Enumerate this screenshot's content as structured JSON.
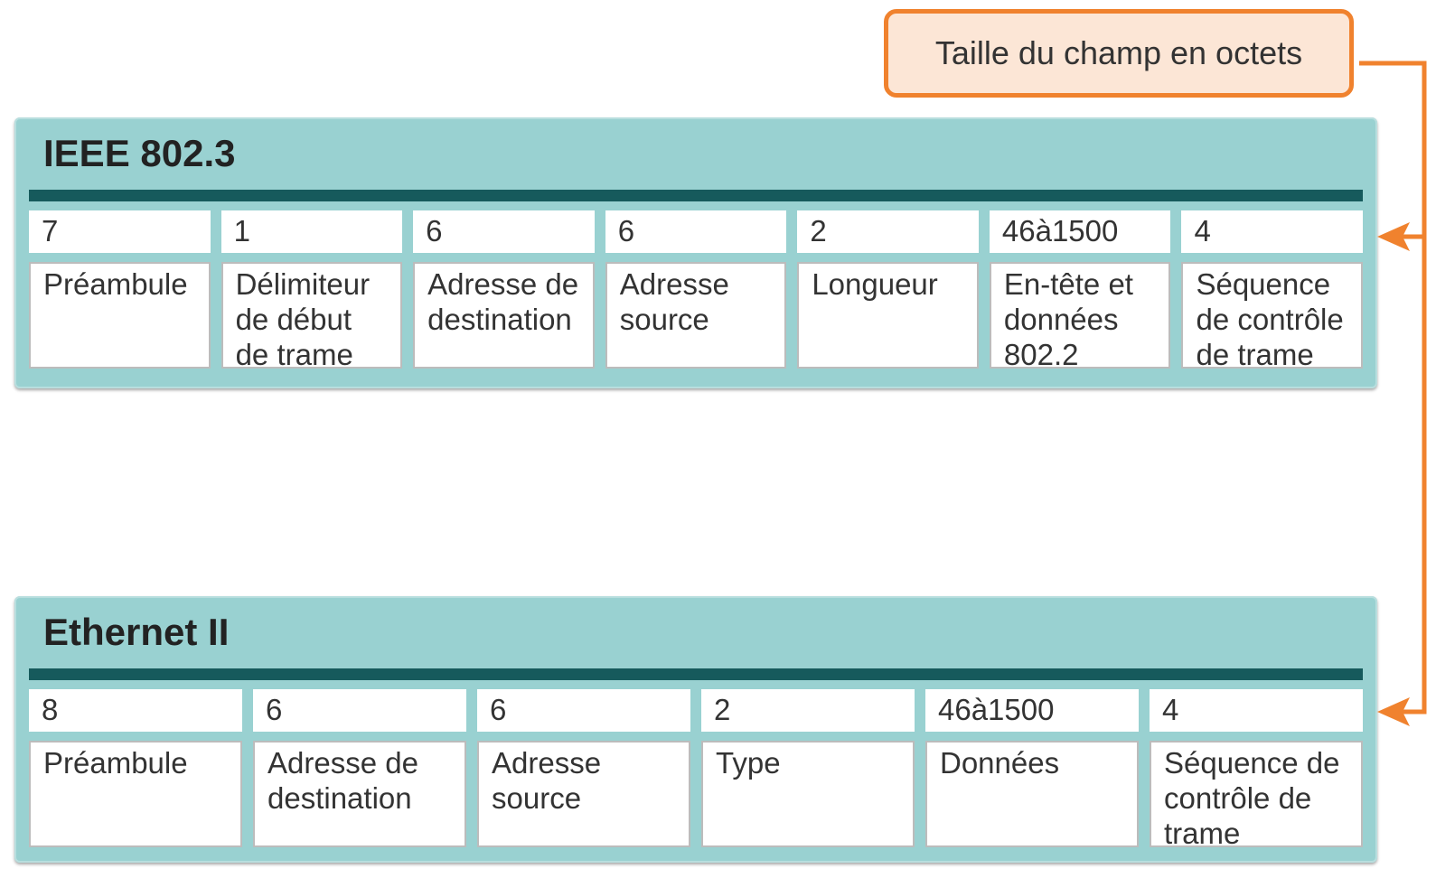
{
  "legend": {
    "label": "Taille du champ en octets"
  },
  "frames": [
    {
      "title": "IEEE 802.3",
      "fields": [
        {
          "size": "7",
          "name": "Préambule"
        },
        {
          "size": "1",
          "name": "Délimiteur de début de trame"
        },
        {
          "size": "6",
          "name": "Adresse de destination"
        },
        {
          "size": "6",
          "name": "Adresse source"
        },
        {
          "size": "2",
          "name": "Longueur"
        },
        {
          "size": "46à1500",
          "name": "En-tête et données 802.2"
        },
        {
          "size": "4",
          "name": "Séquence de contrôle de trame"
        }
      ]
    },
    {
      "title": "Ethernet II",
      "fields": [
        {
          "size": "8",
          "name": "Préambule"
        },
        {
          "size": "6",
          "name": "Adresse de destination"
        },
        {
          "size": "6",
          "name": "Adresse source"
        },
        {
          "size": "2",
          "name": "Type"
        },
        {
          "size": "46à1500",
          "name": "Données"
        },
        {
          "size": "4",
          "name": "Séquence de contrôle de trame"
        }
      ]
    }
  ],
  "colors": {
    "accent": "#f0822e",
    "frame_bg": "#99d1d1",
    "frame_bar": "#165a5c"
  }
}
